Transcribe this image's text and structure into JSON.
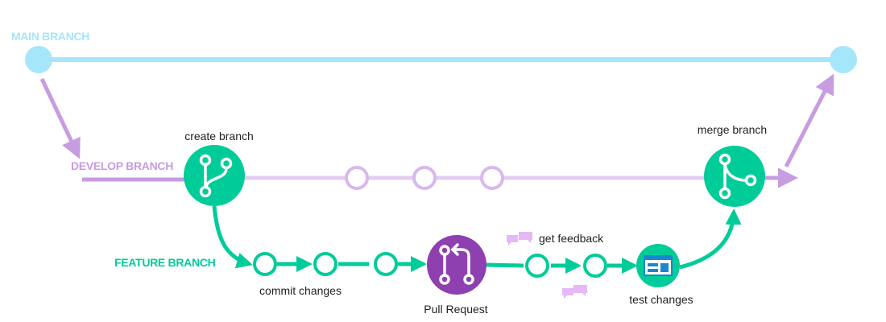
{
  "colors": {
    "main": "#a6e6fa",
    "develop": "#c89ce0",
    "feature": "#00cc99",
    "pull_request": "#8e3fb0",
    "icon_blue": "#1a86d0",
    "chat": "#e6b8f5"
  },
  "branches": {
    "main_label": "MAIN BRANCH",
    "develop_label": "DEVELOP BRANCH",
    "feature_label": "FEATURE BRANCH"
  },
  "steps": {
    "create": "create branch",
    "commit": "commit changes",
    "pull_request": "Pull Request",
    "feedback": "get feedback",
    "test": "test changes",
    "merge": "merge branch"
  },
  "icons": {
    "create": "git-branch-icon",
    "pull_request": "pull-request-icon",
    "test": "browser-window-icon",
    "merge": "git-merge-icon",
    "feedback": "chat-bubbles-icon"
  }
}
